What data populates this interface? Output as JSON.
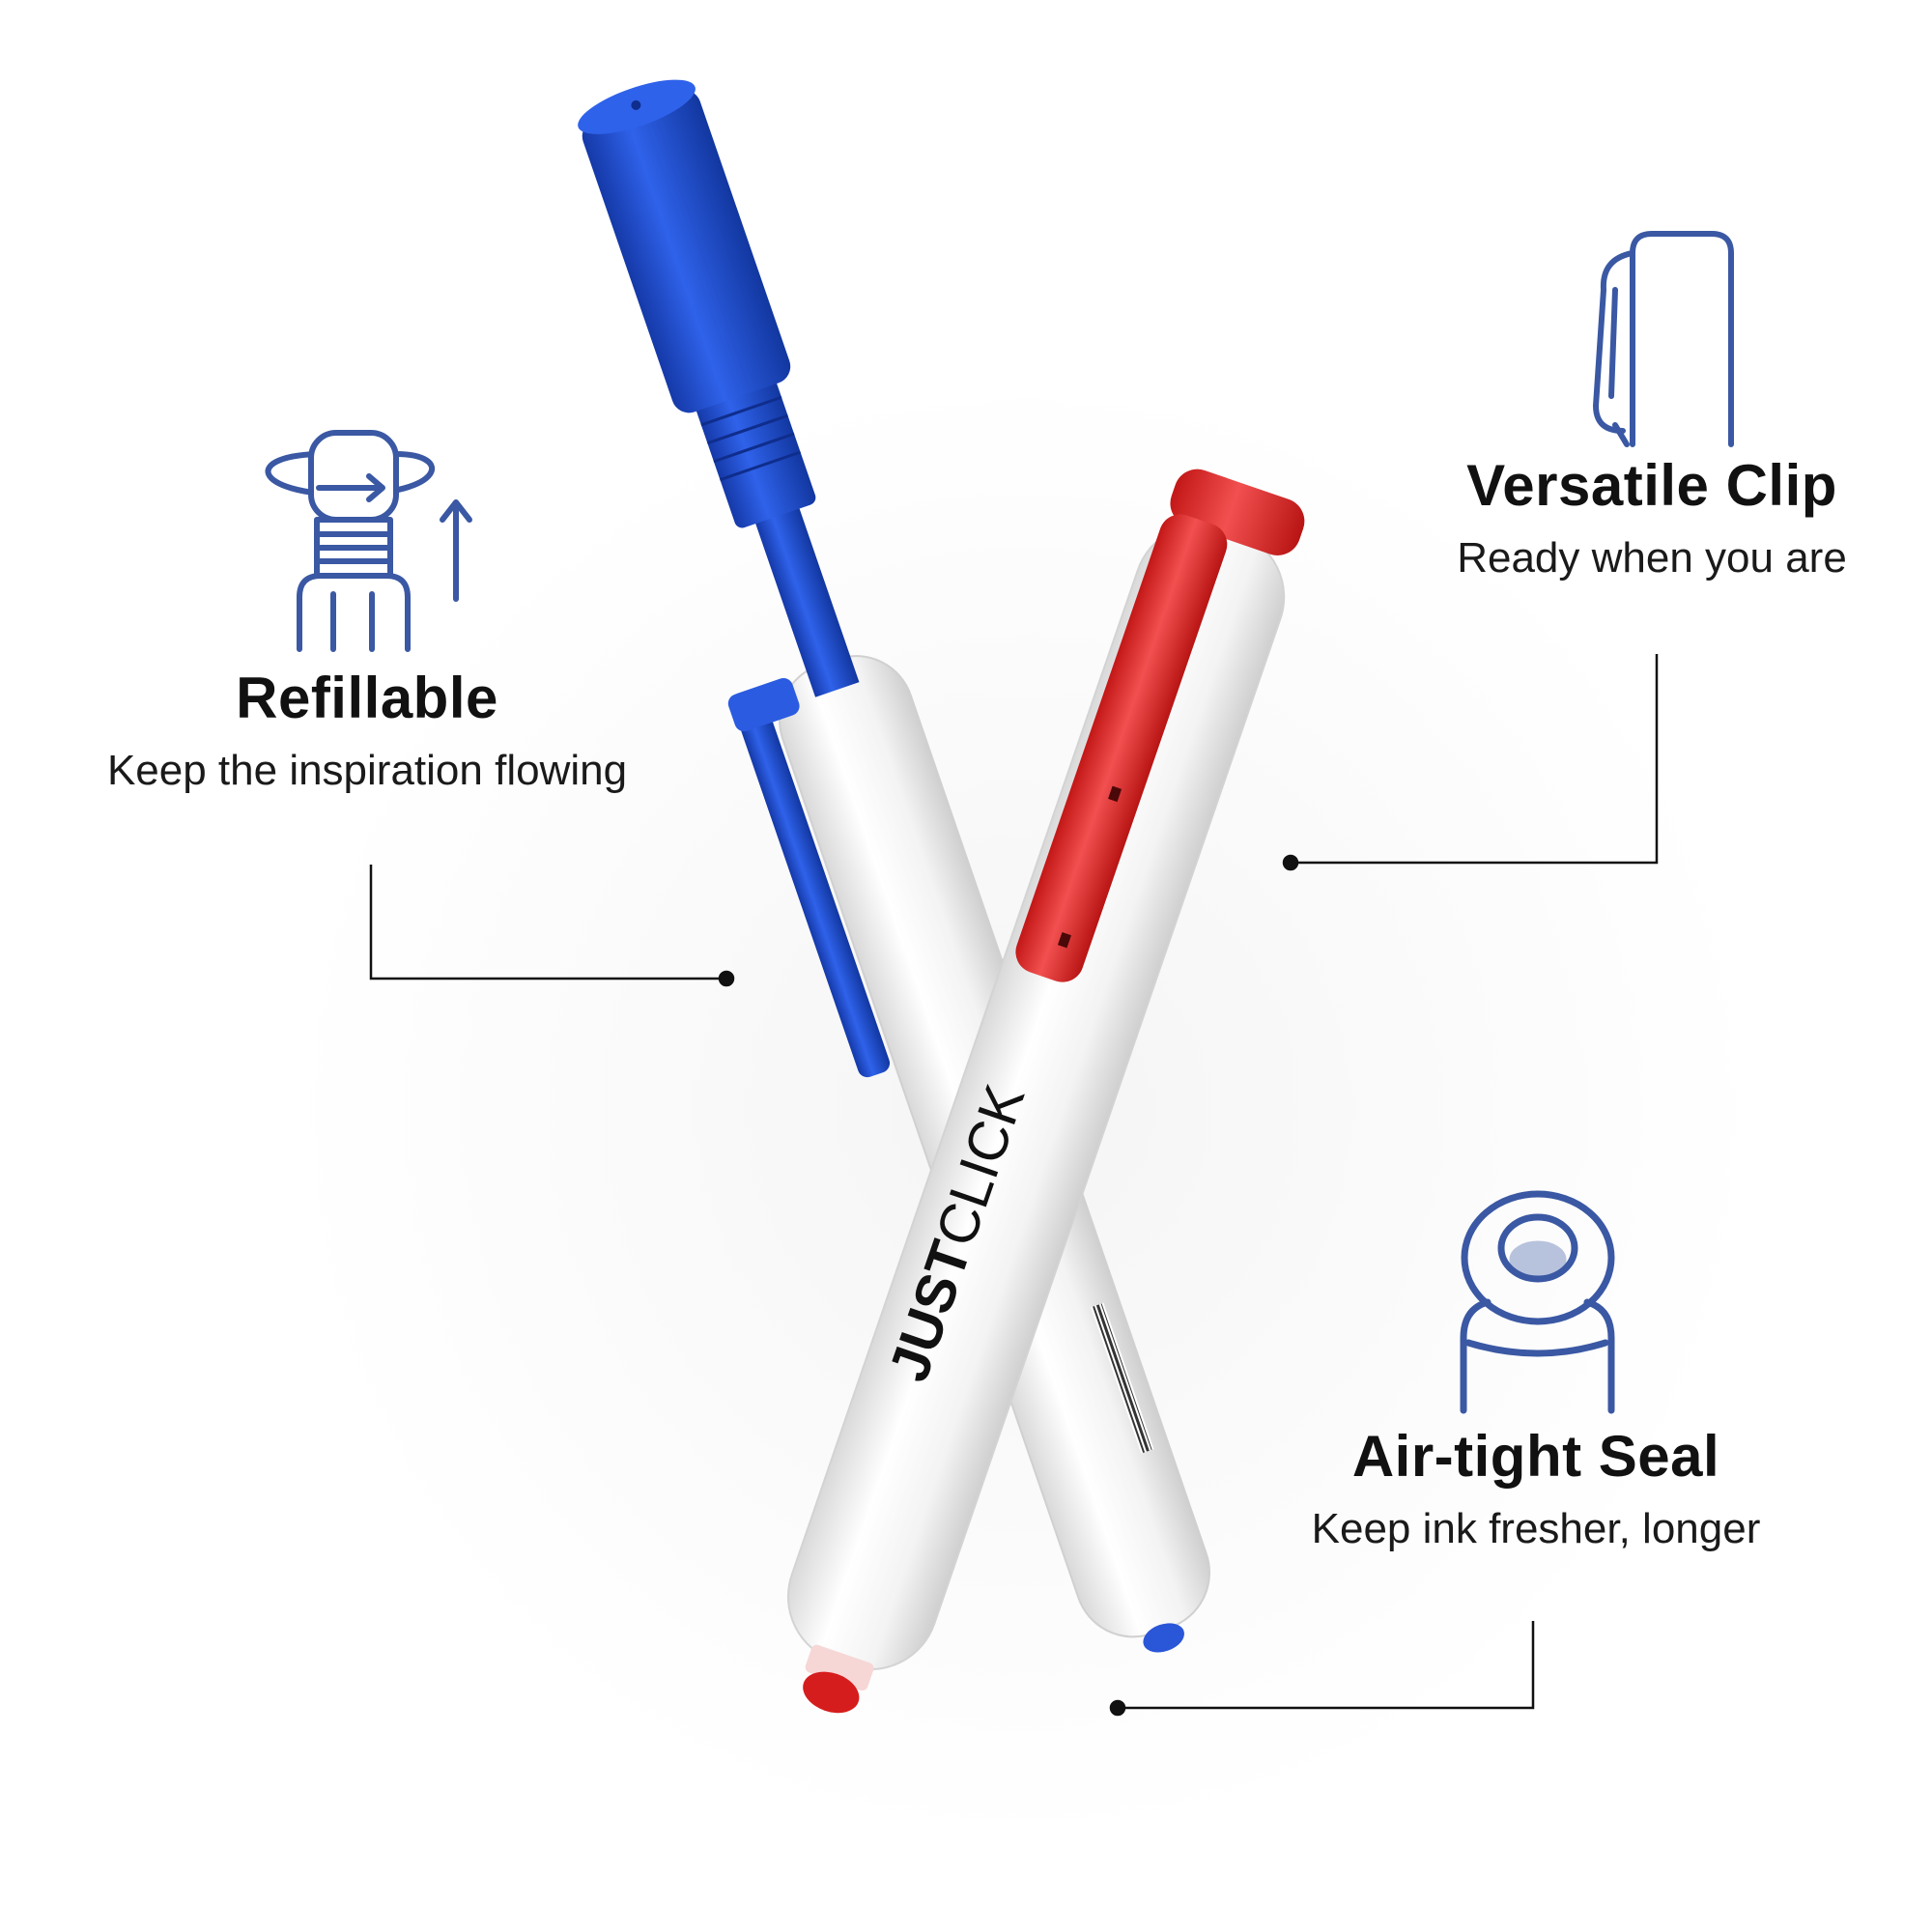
{
  "product": {
    "brand_bold": "JUST",
    "brand_light": "CLICK"
  },
  "features": [
    {
      "title": "Refillable",
      "subtitle": "Keep the inspiration flowing",
      "icon": "refill-icon"
    },
    {
      "title": "Versatile Clip",
      "subtitle": "Ready when you are",
      "icon": "clip-icon"
    },
    {
      "title": "Air-tight Seal",
      "subtitle": "Keep ink fresher, longer",
      "icon": "seal-icon"
    }
  ],
  "colors": {
    "icon_stroke": "#3a58a3",
    "pen_blue": "#1f4fd6",
    "pen_red": "#e02a2a",
    "pen_body": "#f1f1f1",
    "leader_line": "#111111"
  }
}
